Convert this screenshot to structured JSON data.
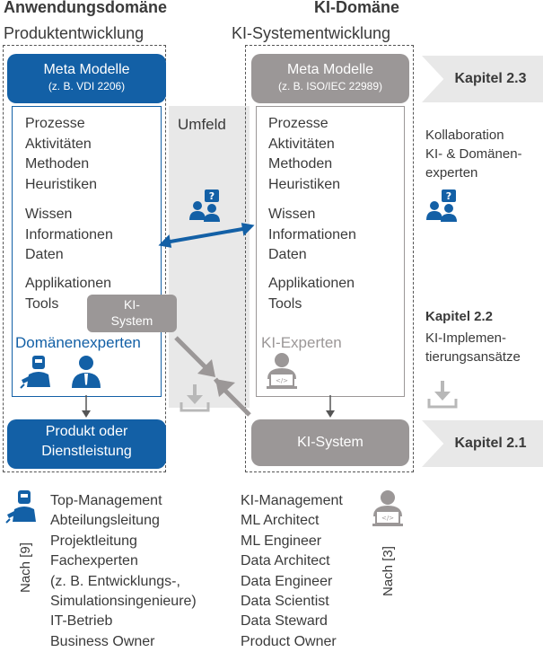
{
  "left": {
    "title": "Anwendungsdomäne",
    "subtitle": "Produktentwicklung",
    "meta_title": "Meta Modelle",
    "meta_sub": "(z. B. VDI 2206)",
    "items_group1": [
      "Prozesse",
      "Aktivitäten",
      "Methoden",
      "Heuristiken"
    ],
    "items_group2": [
      "Wissen",
      "Informationen",
      "Daten"
    ],
    "items_group3": [
      "Applikationen",
      "Tools"
    ],
    "experts": "Domänenexperten",
    "product_line1": "Produkt oder",
    "product_line2": "Dienstleistung"
  },
  "right": {
    "title": "KI-Domäne",
    "subtitle": "KI-Systementwicklung",
    "meta_title": "Meta Modelle",
    "meta_sub": "(z. B. ISO/IEC 22989)",
    "items_group1": [
      "Prozesse",
      "Aktivitäten",
      "Methoden",
      "Heuristiken"
    ],
    "items_group2": [
      "Wissen",
      "Informationen",
      "Daten"
    ],
    "items_group3": [
      "Applikationen",
      "Tools"
    ],
    "experts": "KI-Experten",
    "system": "KI-System"
  },
  "middle": {
    "umfeld": "Umfeld",
    "ki_system_line1": "KI-",
    "ki_system_line2": "System"
  },
  "side": {
    "kapitel_23": "Kapitel 2.3",
    "collab_lines": [
      "Kollaboration",
      "KI- & Domänen-",
      "experten"
    ],
    "kapitel_22": "Kapitel 2.2",
    "impl_lines": [
      "KI-Implemen-",
      "tierungsansätze"
    ],
    "kapitel_21": "Kapitel 2.1"
  },
  "bottom": {
    "left_roles": [
      "Top-Management",
      "Abteilungsleitung",
      "Projektleitung",
      "Fachexperten",
      "(z. B. Entwicklungs-,",
      "Simulationsingenieure)",
      "IT-Betrieb",
      "Business Owner"
    ],
    "left_ref": "Nach [9]",
    "right_roles": [
      "KI-Management",
      "ML Architect",
      "ML Engineer",
      "Data Architect",
      "Data Engineer",
      "Data Scientist",
      "Data Steward",
      "Product Owner"
    ],
    "right_ref": "Nach [3]"
  },
  "colors": {
    "blue": "#1360a6",
    "grey": "#9b9797",
    "light": "#e8e8e8"
  }
}
